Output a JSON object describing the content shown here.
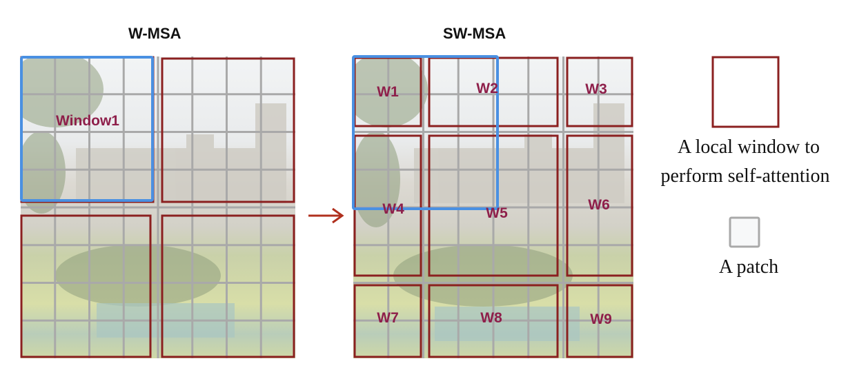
{
  "left_panel": {
    "title": "W-MSA",
    "window_label": "Window1"
  },
  "right_panel": {
    "title": "SW-MSA",
    "window_labels": [
      "W1",
      "W2",
      "W3",
      "W4",
      "W5",
      "W6",
      "W7",
      "W8",
      "W9"
    ]
  },
  "legend": {
    "window_caption_line1": "A local window to",
    "window_caption_line2": "perform self-attention",
    "patch_caption": "A patch"
  },
  "colors": {
    "window_border": "#8b2020",
    "shifted_highlight": "#4a90e2",
    "label_color": "#8e1f4a",
    "patch_grid": "#a9a9a9",
    "arrow": "#b0301e",
    "sky": "#eef1f3",
    "castle": "#d9d6cf",
    "trees": "#9aa98a",
    "garden": "#d4dba0",
    "water": "#a9c6c2"
  }
}
